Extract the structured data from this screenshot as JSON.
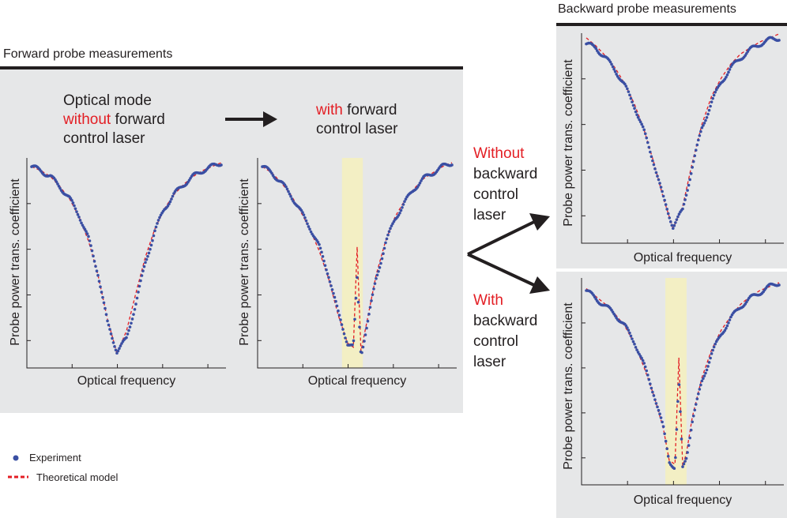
{
  "sections": {
    "forward_title": "Forward probe measurements",
    "backward_title": "Backward probe measurements"
  },
  "annotations": {
    "left_caption": {
      "line1": "Optical mode",
      "line2_red": "without",
      "line2_rest": " forward",
      "line3": "control laser"
    },
    "mid_caption": {
      "line1_red": "with",
      "line1_rest": " forward",
      "line2": "control laser"
    },
    "without_backward": {
      "red": "Without",
      "rest": [
        "backward",
        "control",
        "laser"
      ]
    },
    "with_backward": {
      "red": "With",
      "rest": [
        "backward",
        "control",
        "laser"
      ]
    }
  },
  "legend": {
    "experiment": "Experiment",
    "theory": "Theoretical model"
  },
  "colors": {
    "experiment": "#3a4fa3",
    "theory": "#e31e24",
    "highlight": "#f3efc4",
    "panel": "#e6e7e8"
  },
  "chart_data": [
    {
      "type": "scatter",
      "id": "forward-without",
      "xlabel": "Optical frequency",
      "ylabel": "Probe power trans. coefficient",
      "x": [
        0,
        0.05,
        0.1,
        0.15,
        0.2,
        0.25,
        0.3,
        0.35,
        0.4,
        0.45,
        0.5,
        0.55,
        0.6,
        0.65,
        0.7,
        0.75,
        0.8,
        0.85,
        0.9,
        0.95,
        1.0
      ],
      "series": [
        {
          "name": "Experiment",
          "values": [
            0.98,
            0.96,
            0.93,
            0.88,
            0.82,
            0.74,
            0.62,
            0.45,
            0.2,
            0.06,
            0.12,
            0.3,
            0.5,
            0.66,
            0.77,
            0.84,
            0.89,
            0.93,
            0.96,
            0.98,
            1.0
          ]
        },
        {
          "name": "Theoretical model",
          "values": [
            0.98,
            0.96,
            0.93,
            0.88,
            0.82,
            0.73,
            0.61,
            0.44,
            0.22,
            0.05,
            0.16,
            0.35,
            0.53,
            0.67,
            0.77,
            0.84,
            0.89,
            0.93,
            0.96,
            0.98,
            1.0
          ]
        }
      ],
      "highlight": null
    },
    {
      "type": "scatter",
      "id": "forward-with",
      "xlabel": "Optical frequency",
      "ylabel": "Probe power trans. coefficient",
      "x": [
        0,
        0.05,
        0.1,
        0.15,
        0.2,
        0.25,
        0.3,
        0.35,
        0.4,
        0.45,
        0.48,
        0.5,
        0.52,
        0.55,
        0.6,
        0.65,
        0.7,
        0.75,
        0.8,
        0.85,
        0.9,
        0.95,
        1.0
      ],
      "series": [
        {
          "name": "Experiment",
          "values": [
            0.98,
            0.95,
            0.9,
            0.84,
            0.76,
            0.68,
            0.58,
            0.44,
            0.25,
            0.1,
            0.08,
            0.42,
            0.04,
            0.18,
            0.42,
            0.6,
            0.72,
            0.8,
            0.87,
            0.92,
            0.95,
            0.98,
            1.0
          ]
        },
        {
          "name": "Theoretical model",
          "values": [
            0.98,
            0.95,
            0.9,
            0.84,
            0.76,
            0.67,
            0.56,
            0.42,
            0.24,
            0.1,
            0.08,
            0.58,
            0.06,
            0.2,
            0.44,
            0.61,
            0.73,
            0.81,
            0.87,
            0.92,
            0.95,
            0.98,
            1.0
          ]
        }
      ],
      "highlight": [
        0.42,
        0.53
      ]
    },
    {
      "type": "scatter",
      "id": "backward-without",
      "xlabel": "Optical frequency",
      "ylabel": "Probe power trans. coefficient",
      "x": [
        0,
        0.05,
        0.1,
        0.15,
        0.2,
        0.25,
        0.3,
        0.35,
        0.4,
        0.45,
        0.5,
        0.55,
        0.6,
        0.65,
        0.7,
        0.75,
        0.8,
        0.85,
        0.9,
        0.95,
        1.0
      ],
      "series": [
        {
          "name": "Experiment",
          "values": [
            0.97,
            0.95,
            0.9,
            0.84,
            0.76,
            0.66,
            0.53,
            0.38,
            0.2,
            0.06,
            0.14,
            0.36,
            0.55,
            0.68,
            0.78,
            0.85,
            0.9,
            0.94,
            0.97,
            0.99,
            1.0
          ]
        },
        {
          "name": "Theoretical model",
          "values": [
            1.0,
            0.96,
            0.91,
            0.85,
            0.77,
            0.67,
            0.54,
            0.38,
            0.2,
            0.05,
            0.16,
            0.38,
            0.57,
            0.71,
            0.8,
            0.87,
            0.92,
            0.95,
            0.98,
            1.0,
            1.02
          ]
        }
      ],
      "highlight": null
    },
    {
      "type": "scatter",
      "id": "backward-with",
      "xlabel": "Optical frequency",
      "ylabel": "Probe power trans. coefficient",
      "x": [
        0,
        0.05,
        0.1,
        0.15,
        0.2,
        0.25,
        0.3,
        0.35,
        0.4,
        0.43,
        0.46,
        0.48,
        0.5,
        0.52,
        0.55,
        0.6,
        0.65,
        0.7,
        0.75,
        0.8,
        0.85,
        0.9,
        0.95,
        1.0
      ],
      "series": [
        {
          "name": "Experiment",
          "values": [
            0.96,
            0.92,
            0.88,
            0.84,
            0.78,
            0.7,
            0.58,
            0.44,
            0.26,
            0.1,
            0.06,
            0.5,
            0.06,
            0.12,
            0.3,
            0.5,
            0.64,
            0.74,
            0.82,
            0.88,
            0.92,
            0.95,
            0.98,
            1.0
          ]
        },
        {
          "name": "Theoretical model",
          "values": [
            0.97,
            0.93,
            0.89,
            0.84,
            0.78,
            0.69,
            0.57,
            0.43,
            0.26,
            0.1,
            0.08,
            0.62,
            0.07,
            0.14,
            0.32,
            0.52,
            0.66,
            0.76,
            0.83,
            0.89,
            0.93,
            0.96,
            0.98,
            1.0
          ]
        }
      ],
      "highlight": [
        0.41,
        0.52
      ]
    }
  ]
}
